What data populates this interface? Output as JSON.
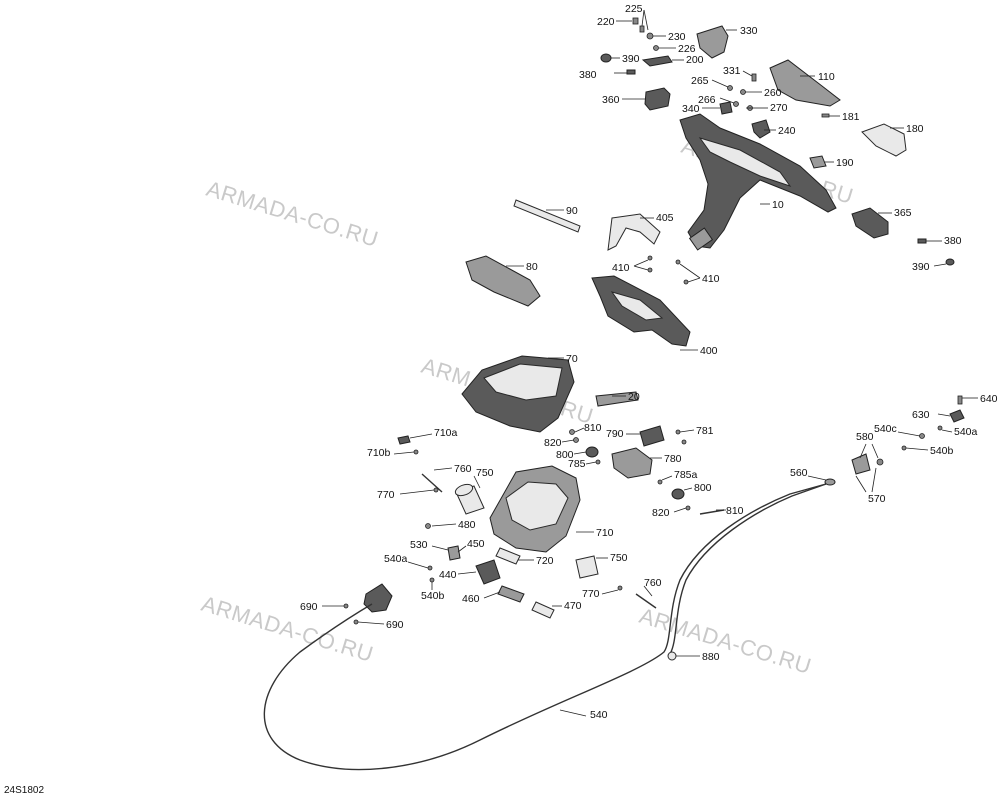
{
  "diagram": {
    "code": "24S1802",
    "watermark": "ARMADA-CO.RU",
    "labels": {
      "l10": "10",
      "l20": "20",
      "l70": "70",
      "l80": "80",
      "l90": "90",
      "l110": "110",
      "l180": "180",
      "l181": "181",
      "l190": "190",
      "l200": "200",
      "l220": "220",
      "l225": "225",
      "l226": "226",
      "l230": "230",
      "l240": "240",
      "l260": "260",
      "l265": "265",
      "l266": "266",
      "l270": "270",
      "l330": "330",
      "l331": "331",
      "l340": "340",
      "l360": "360",
      "l365": "365",
      "l380a": "380",
      "l380b": "380",
      "l390a": "390",
      "l390b": "390",
      "l400": "400",
      "l405": "405",
      "l410a": "410",
      "l410b": "410",
      "l440": "440",
      "l450": "450",
      "l460": "460",
      "l470": "470",
      "l480": "480",
      "l530": "530",
      "l540": "540",
      "l540a1": "540a",
      "l540a2": "540a",
      "l540b1": "540b",
      "l540b2": "540b",
      "l540c": "540c",
      "l560": "560",
      "l570": "570",
      "l580": "580",
      "l630": "630",
      "l640": "640",
      "l690a": "690",
      "l690b": "690",
      "l710": "710",
      "l710a": "710a",
      "l710b": "710b",
      "l720": "720",
      "l750a": "750",
      "l750b": "750",
      "l760a": "760",
      "l760b": "760",
      "l770a": "770",
      "l770b": "770",
      "l780": "780",
      "l781": "781",
      "l785": "785",
      "l785a": "785a",
      "l790": "790",
      "l800a": "800",
      "l800b": "800",
      "l810a": "810",
      "l810b": "810",
      "l820a": "820",
      "l820b": "820",
      "l880": "880"
    }
  }
}
